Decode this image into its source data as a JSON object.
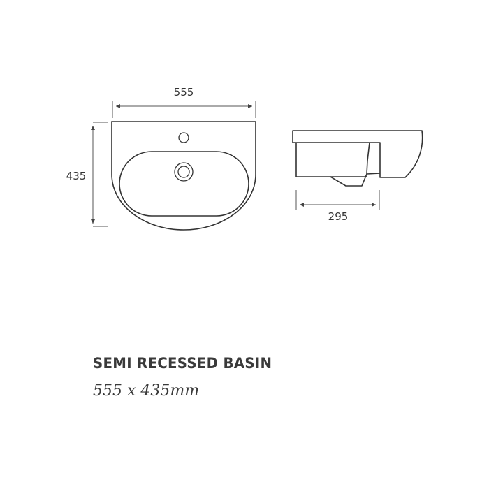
{
  "diagram": {
    "top_view": {
      "width_label": "555",
      "height_label": "435"
    },
    "side_view": {
      "depth_label": "295"
    },
    "colors": {
      "line": "#333333",
      "dim_line": "#555555",
      "text": "#3a3a3a"
    }
  },
  "caption": {
    "title": "SEMI RECESSED BASIN",
    "subtitle": "555 x 435mm"
  }
}
